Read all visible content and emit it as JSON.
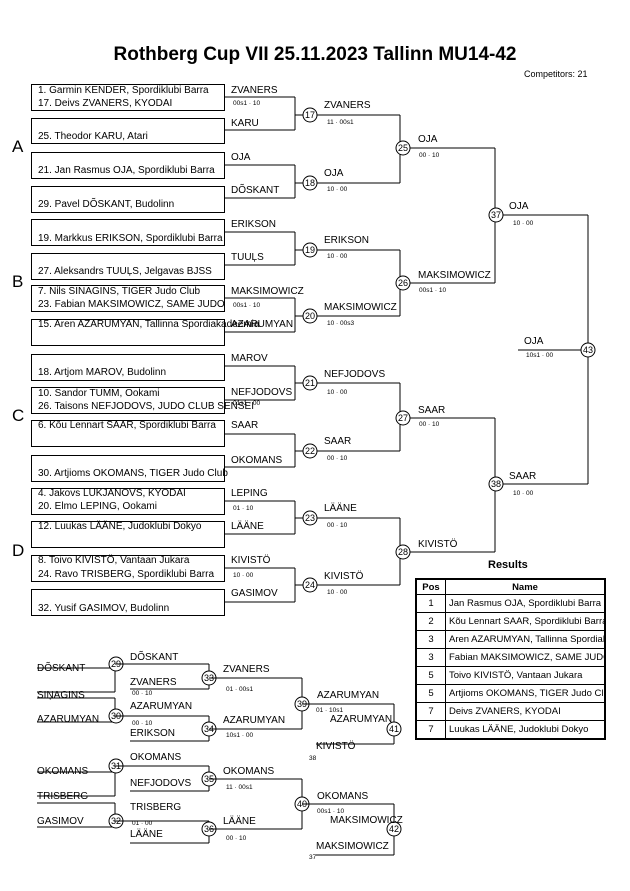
{
  "header": {
    "title": "Rothberg Cup VII  25.11.2023  Tallinn   MU14-42",
    "competitors": "Competitors: 21"
  },
  "pools": [
    "A",
    "B",
    "C",
    "D"
  ],
  "entries": [
    "1. Garmin KENDER, Spordiklubi Barra",
    "17. Deivs ZVANERS, KYODAI",
    "25. Theodor KARU, Atari",
    "21. Jan Rasmus OJA, Spordiklubi Barra",
    "29. Pavel DÕSKANT, Budolinn",
    "19. Markkus ERIKSON, Spordiklubi Barra",
    "27. Aleksandrs TUUĻS, Jelgavas BJSS",
    "7. Nils SINAGINS, TIGER Judo Club",
    "23. Fabian MAKSIMOWICZ, SAME JUDO",
    "15. Aren AZARUMYAN, Tallinna Spordiakadeemia",
    "18. Artjom MAROV, Budolinn",
    "10. Sandor TUMM, Ookami",
    "26. Taisons NEFJODOVS, JUDO CLUB SENSEI",
    "6. Kõu Lennart SAAR, Spordiklubi Barra",
    "30. Artjioms OKOMANS, TIGER Judo Club",
    "4. Jakovs LUKJANOVS, KYODAI",
    "20. Elmo LEPING, Ookami",
    "12. Luukas LÄÄNE, Judoklubi Dokyo",
    "8. Toivo KIVISTÖ, Vantaan Jukara",
    "24. Ravo TRISBERG, Spordiklubi Barra",
    "32. Yusif  GASIMOV, Budolinn"
  ],
  "names": [
    "ZVANERS",
    "KARU",
    "OJA",
    "DÕSKANT",
    "ERIKSON",
    "TUUĻS",
    "MAKSIMOWICZ",
    "AZARUMYAN",
    "MAROV",
    "NEFJODOVS",
    "SAAR",
    "OKOMANS",
    "LEPING",
    "LÄÄNE",
    "KIVISTÖ",
    "GASIMOV",
    "ZVANERS",
    "OJA",
    "ERIKSON",
    "MAKSIMOWICZ",
    "NEFJODOVS",
    "SAAR",
    "LÄÄNE",
    "KIVISTÖ",
    "OJA",
    "MAKSIMOWICZ",
    "SAAR",
    "KIVISTÖ",
    "OJA",
    "SAAR",
    "OJA",
    "DÕSKANT",
    "SIŅAGINS",
    "AZARUMYAN",
    "OKOMANS",
    "TRISBERG",
    "GASIMOV",
    "DÕSKANT",
    "ZVANERS",
    "AZARUMYAN",
    "ERIKSON",
    "OKOMANS",
    "NEFJODOVS",
    "TRISBERG",
    "LÄÄNE",
    "ZVANERS",
    "AZARUMYAN",
    "OKOMANS",
    "LÄÄNE",
    "AZARUMYAN",
    "OKOMANS",
    "AZARUMYAN",
    "KIVISTÖ",
    "MAKSIMOWICZ",
    "MAKSIMOWICZ"
  ],
  "scores": [
    "00s1 · 10",
    "11 · 00s1",
    "10 · 00",
    "00 · 10",
    "10 · 00",
    "00s1 · 10",
    "00s1 · 10",
    "10 · 00s3",
    "10 · 00",
    "00 · 10",
    "00 · 10",
    "01s1 · 00",
    "01 · 10",
    "00 · 10",
    "10 · 00",
    "10 · 00",
    "10 · 00",
    "10 · 00",
    "10s1 · 00",
    "00 · 10",
    "00 · 10",
    "10s1 · 00",
    "01 · 10s1",
    "11 · 00s1",
    "01 · 00",
    "00 · 10",
    "01 · 00s1",
    "00s1 · 10"
  ],
  "fights": [
    "17",
    "18",
    "19",
    "20",
    "21",
    "22",
    "23",
    "24",
    "25",
    "26",
    "27",
    "28",
    "37",
    "38",
    "43",
    "29",
    "30",
    "31",
    "32",
    "33",
    "34",
    "35",
    "36",
    "39",
    "40",
    "41",
    "42"
  ],
  "tiny": [
    "38",
    "37"
  ],
  "results": {
    "title": "Results",
    "headers": [
      "Pos",
      "Name"
    ],
    "rows": [
      {
        "pos": "1",
        "name": "Jan Rasmus OJA, Spordiklubi Barra"
      },
      {
        "pos": "2",
        "name": "Kõu Lennart SAAR, Spordiklubi Barra"
      },
      {
        "pos": "3",
        "name": "Aren AZARUMYAN, Tallinna Spordiakadeemia"
      },
      {
        "pos": "3",
        "name": "Fabian MAKSIMOWICZ, SAME JUDO"
      },
      {
        "pos": "5",
        "name": "Toivo KIVISTÖ, Vantaan Jukara"
      },
      {
        "pos": "5",
        "name": "Artjioms OKOMANS, TIGER Judo Club"
      },
      {
        "pos": "7",
        "name": "Deivs ZVANERS, KYODAI"
      },
      {
        "pos": "7",
        "name": "Luukas LÄÄNE, Judoklubi Dokyo"
      }
    ]
  }
}
